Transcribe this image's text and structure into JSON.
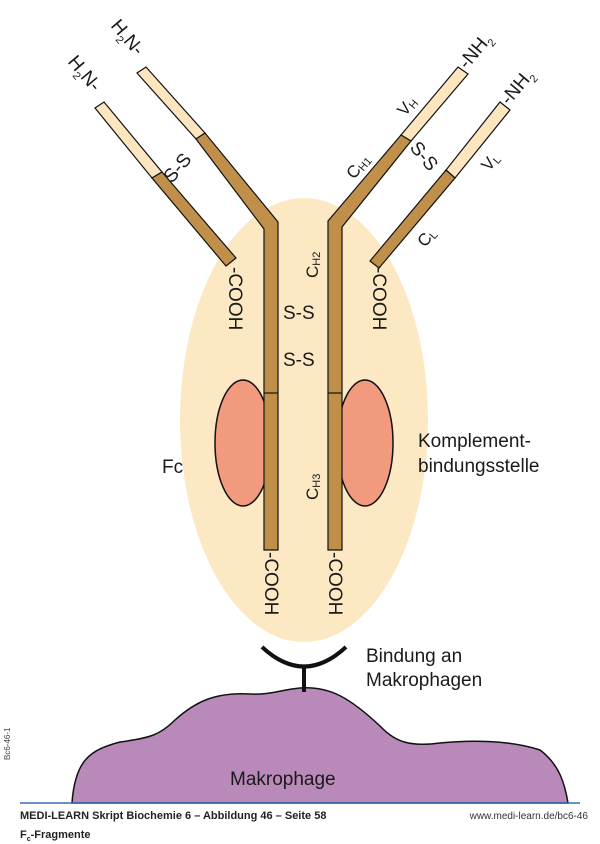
{
  "figure": {
    "labels": {
      "heavy_left_n_terminus": "H2N-",
      "heavy_left_n_terminus_parts": {
        "h": "H",
        "sub": "2",
        "rest": "N-"
      },
      "light_left_n_terminus_parts": {
        "h": "H",
        "sub": "2",
        "rest": "N-"
      },
      "heavy_right_n_terminus_parts": {
        "pre": "-NH",
        "sub": "2"
      },
      "light_right_n_terminus_parts": {
        "pre": "-NH",
        "sub": "2"
      },
      "disulfide_left_arm": "S-S",
      "disulfide_right_arm": "S-S",
      "hinge_disulfide_1": "S-S",
      "hinge_disulfide_2": "S-S",
      "vh": {
        "main": "V",
        "sub": "H"
      },
      "vl": {
        "main": "V",
        "sub": "L"
      },
      "ch1": {
        "main": "C",
        "sub": "H1"
      },
      "cl": {
        "main": "C",
        "sub": "L"
      },
      "ch2": {
        "main": "C",
        "sub": "H2"
      },
      "ch3": {
        "main": "C",
        "sub": "H3"
      },
      "cooh": "-COOH",
      "fc": "Fc",
      "complement_line1": "Komplement-",
      "complement_line2": "bindungsstelle",
      "binding_line1": "Bindung an",
      "binding_line2": "Makrophagen",
      "macrophage": "Makrophage"
    },
    "colors": {
      "constant_region": "#c0904a",
      "variable_region": "#fde5bf",
      "fc_region": "#fde8c4",
      "complement_site": "#f29a7e",
      "macrophage": "#b98ab9",
      "outline": "#111111",
      "baseline": "#3a6fb5"
    }
  },
  "footer": {
    "title": "MEDI-LEARN Skript Biochemie 6 – Abbildung 46 – Seite 58",
    "caption_main": "F",
    "caption_sub": "c",
    "caption_rest": "-Fragmente",
    "url": "www.medi-learn.de/bc6-46",
    "side_code": "Bc6-46-1"
  }
}
